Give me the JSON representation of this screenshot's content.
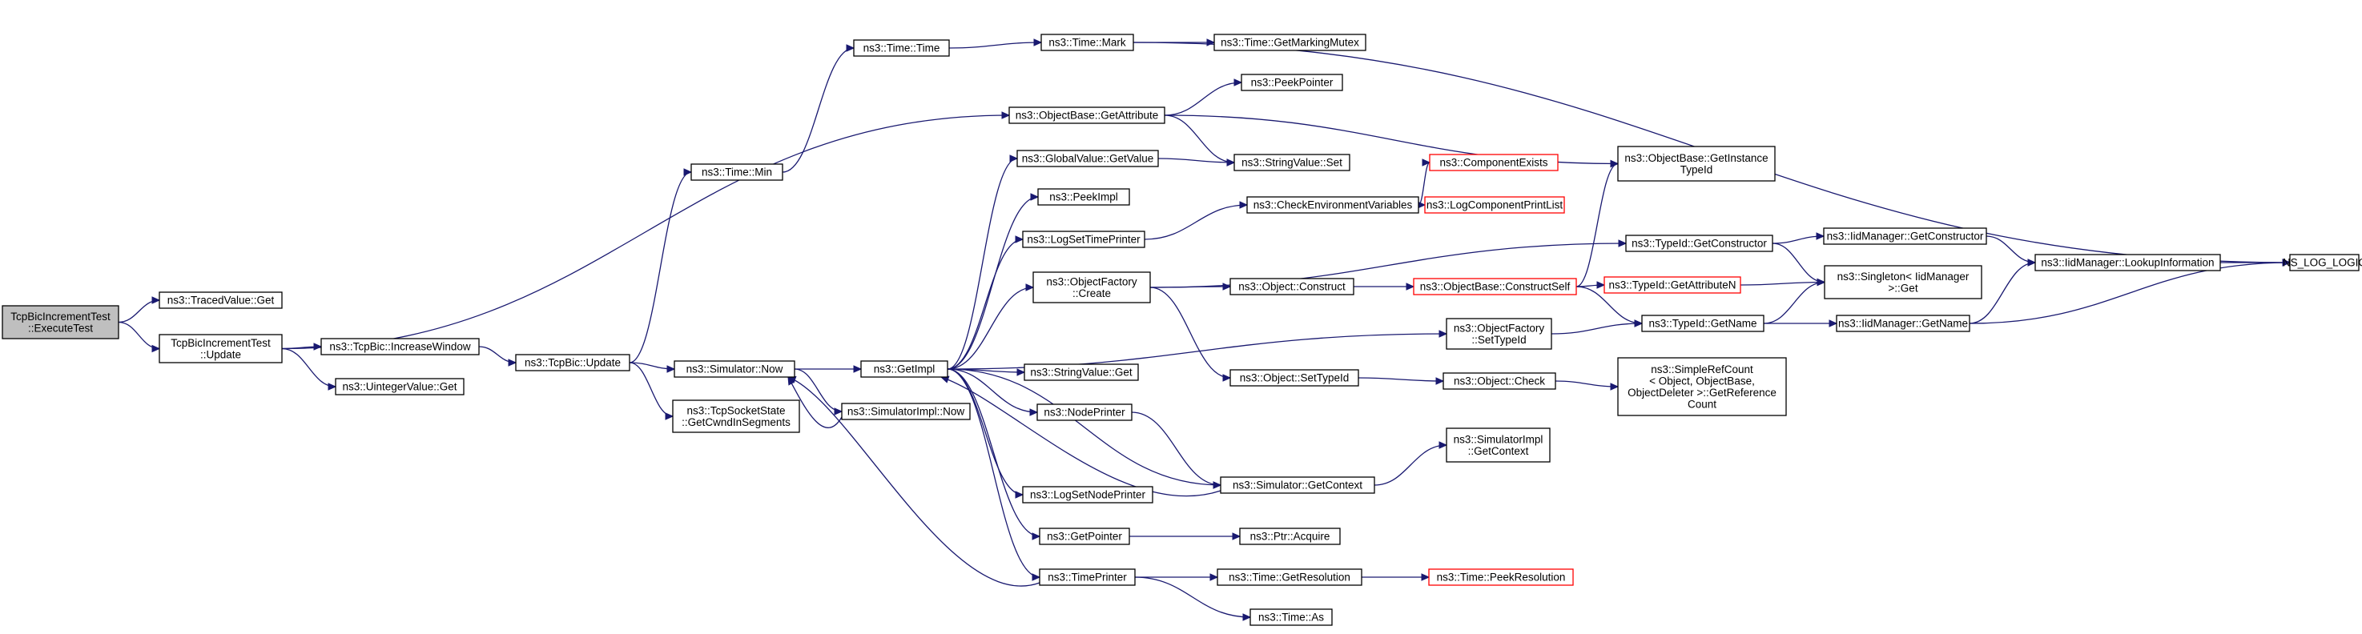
{
  "colors": {
    "edge": "#191970",
    "root_fill": "#bfbfbf",
    "node_border": "#000000",
    "red_border": "#ff0000"
  },
  "nodes": [
    {
      "id": "root",
      "lines": [
        "TcpBicIncrementTest",
        "::ExecuteTest"
      ],
      "style": "root"
    },
    {
      "id": "tracedget",
      "lines": [
        "ns3::TracedValue::Get"
      ]
    },
    {
      "id": "update",
      "lines": [
        "TcpBicIncrementTest",
        "::Update"
      ]
    },
    {
      "id": "incwin",
      "lines": [
        "ns3::TcpBic::IncreaseWindow"
      ]
    },
    {
      "id": "uintget",
      "lines": [
        "ns3::UintegerValue::Get"
      ]
    },
    {
      "id": "bicupdate",
      "lines": [
        "ns3::TcpBic::Update"
      ]
    },
    {
      "id": "timemin",
      "lines": [
        "ns3::Time::Min"
      ]
    },
    {
      "id": "cwndseg",
      "lines": [
        "ns3::TcpSocketState",
        "::GetCwndInSegments"
      ]
    },
    {
      "id": "timetime",
      "lines": [
        "ns3::Time::Time"
      ]
    },
    {
      "id": "simnow",
      "lines": [
        "ns3::Simulator::Now"
      ]
    },
    {
      "id": "simimplnow",
      "lines": [
        "ns3::SimulatorImpl::Now"
      ]
    },
    {
      "id": "getimpl",
      "lines": [
        "ns3::GetImpl"
      ]
    },
    {
      "id": "timemark",
      "lines": [
        "ns3::Time::Mark"
      ]
    },
    {
      "id": "markmutex",
      "lines": [
        "ns3::Time::GetMarkingMutex"
      ]
    },
    {
      "id": "objgetattr",
      "lines": [
        "ns3::ObjectBase::GetAttribute"
      ]
    },
    {
      "id": "peekpointer",
      "lines": [
        "ns3::PeekPointer"
      ]
    },
    {
      "id": "globalget",
      "lines": [
        "ns3::GlobalValue::GetValue"
      ]
    },
    {
      "id": "stringset",
      "lines": [
        "ns3::StringValue::Set"
      ]
    },
    {
      "id": "peekimpl",
      "lines": [
        "ns3::PeekImpl"
      ]
    },
    {
      "id": "logsettime",
      "lines": [
        "ns3::LogSetTimePrinter"
      ]
    },
    {
      "id": "checkenv",
      "lines": [
        "ns3::CheckEnvironmentVariables"
      ]
    },
    {
      "id": "compexists",
      "lines": [
        "ns3::ComponentExists"
      ],
      "style": "red"
    },
    {
      "id": "logcompprint",
      "lines": [
        "ns3::LogComponentPrintList"
      ],
      "style": "red"
    },
    {
      "id": "getinsttid",
      "lines": [
        "ns3::ObjectBase::GetInstance",
        "TypeId"
      ]
    },
    {
      "id": "objfactcreate",
      "lines": [
        "ns3::ObjectFactory",
        "::Create"
      ]
    },
    {
      "id": "objconstruct",
      "lines": [
        "ns3::Object::Construct"
      ]
    },
    {
      "id": "constructself",
      "lines": [
        "ns3::ObjectBase::ConstructSelf"
      ],
      "style": "red"
    },
    {
      "id": "getattrN",
      "lines": [
        "ns3::TypeId::GetAttributeN"
      ],
      "style": "red"
    },
    {
      "id": "typegetctor",
      "lines": [
        "ns3::TypeId::GetConstructor"
      ]
    },
    {
      "id": "iidgetctor",
      "lines": [
        "ns3::IidManager::GetConstructor"
      ]
    },
    {
      "id": "lookupinfo",
      "lines": [
        "ns3::IidManager::LookupInformation"
      ]
    },
    {
      "id": "nslog",
      "lines": [
        "NS_LOG_LOGIC"
      ]
    },
    {
      "id": "singleton",
      "lines": [
        "ns3::Singleton< IidManager",
        " >::Get"
      ]
    },
    {
      "id": "typegetname",
      "lines": [
        "ns3::TypeId::GetName"
      ]
    },
    {
      "id": "iidgetname",
      "lines": [
        "ns3::IidManager::GetName"
      ]
    },
    {
      "id": "settypeid_f",
      "lines": [
        "ns3::ObjectFactory",
        "::SetTypeId"
      ]
    },
    {
      "id": "stringget",
      "lines": [
        "ns3::StringValue::Get"
      ]
    },
    {
      "id": "objsettypeid",
      "lines": [
        "ns3::Object::SetTypeId"
      ]
    },
    {
      "id": "objcheck",
      "lines": [
        "ns3::Object::Check"
      ]
    },
    {
      "id": "simplerefcount",
      "lines": [
        "ns3::SimpleRefCount",
        "< Object, ObjectBase,",
        " ObjectDeleter >::GetReference",
        "Count"
      ]
    },
    {
      "id": "nodeprinter",
      "lines": [
        "ns3::NodePrinter"
      ]
    },
    {
      "id": "simgetctx",
      "lines": [
        "ns3::Simulator::GetContext"
      ]
    },
    {
      "id": "simimplgetctx",
      "lines": [
        "ns3::SimulatorImpl",
        "::GetContext"
      ]
    },
    {
      "id": "logsetnode",
      "lines": [
        "ns3::LogSetNodePrinter"
      ]
    },
    {
      "id": "getpointer",
      "lines": [
        "ns3::GetPointer"
      ]
    },
    {
      "id": "ptracquire",
      "lines": [
        "ns3::Ptr::Acquire"
      ]
    },
    {
      "id": "timeprinter",
      "lines": [
        "ns3::TimePrinter"
      ]
    },
    {
      "id": "getres",
      "lines": [
        "ns3::Time::GetResolution"
      ]
    },
    {
      "id": "peekres",
      "lines": [
        "ns3::Time::PeekResolution"
      ],
      "style": "red"
    },
    {
      "id": "timeas",
      "lines": [
        "ns3::Time::As"
      ]
    }
  ],
  "edges": [
    [
      "root",
      "tracedget"
    ],
    [
      "root",
      "update"
    ],
    [
      "update",
      "incwin"
    ],
    [
      "update",
      "uintget"
    ],
    [
      "update",
      "objgetattr"
    ],
    [
      "incwin",
      "bicupdate"
    ],
    [
      "bicupdate",
      "timemin"
    ],
    [
      "bicupdate",
      "cwndseg"
    ],
    [
      "bicupdate",
      "simnow"
    ],
    [
      "timemin",
      "timetime"
    ],
    [
      "timetime",
      "timemark"
    ],
    [
      "timemark",
      "markmutex"
    ],
    [
      "timemark",
      "nslog"
    ],
    [
      "simnow",
      "getimpl"
    ],
    [
      "simnow",
      "simimplnow"
    ],
    [
      "simimplnow",
      "simnow"
    ],
    [
      "objgetattr",
      "peekpointer"
    ],
    [
      "objgetattr",
      "stringset"
    ],
    [
      "objgetattr",
      "getinsttid"
    ],
    [
      "getimpl",
      "globalget"
    ],
    [
      "getimpl",
      "peekimpl"
    ],
    [
      "getimpl",
      "logsettime"
    ],
    [
      "getimpl",
      "objfactcreate"
    ],
    [
      "getimpl",
      "settypeid_f"
    ],
    [
      "getimpl",
      "stringget"
    ],
    [
      "getimpl",
      "nodeprinter"
    ],
    [
      "getimpl",
      "simgetctx"
    ],
    [
      "getimpl",
      "logsetnode"
    ],
    [
      "getimpl",
      "getpointer"
    ],
    [
      "getimpl",
      "timeprinter"
    ],
    [
      "globalget",
      "stringset"
    ],
    [
      "logsettime",
      "checkenv"
    ],
    [
      "checkenv",
      "compexists"
    ],
    [
      "checkenv",
      "logcompprint"
    ],
    [
      "objfactcreate",
      "typegetctor"
    ],
    [
      "objfactcreate",
      "objconstruct"
    ],
    [
      "objfactcreate",
      "objsettypeid"
    ],
    [
      "objconstruct",
      "constructself"
    ],
    [
      "constructself",
      "getinsttid"
    ],
    [
      "constructself",
      "getattrN"
    ],
    [
      "constructself",
      "typegetname"
    ],
    [
      "getattrN",
      "singleton"
    ],
    [
      "typegetctor",
      "iidgetctor"
    ],
    [
      "typegetctor",
      "singleton"
    ],
    [
      "iidgetctor",
      "lookupinfo"
    ],
    [
      "lookupinfo",
      "nslog"
    ],
    [
      "typegetname",
      "iidgetname"
    ],
    [
      "typegetname",
      "singleton"
    ],
    [
      "iidgetname",
      "lookupinfo"
    ],
    [
      "iidgetname",
      "nslog"
    ],
    [
      "settypeid_f",
      "typegetname"
    ],
    [
      "objsettypeid",
      "objcheck"
    ],
    [
      "objcheck",
      "simplerefcount"
    ],
    [
      "nodeprinter",
      "simgetctx"
    ],
    [
      "simgetctx",
      "getimpl"
    ],
    [
      "simgetctx",
      "simimplgetctx"
    ],
    [
      "getpointer",
      "ptracquire"
    ],
    [
      "timeprinter",
      "simnow"
    ],
    [
      "timeprinter",
      "getres"
    ],
    [
      "timeprinter",
      "timeas"
    ],
    [
      "getres",
      "peekres"
    ]
  ]
}
